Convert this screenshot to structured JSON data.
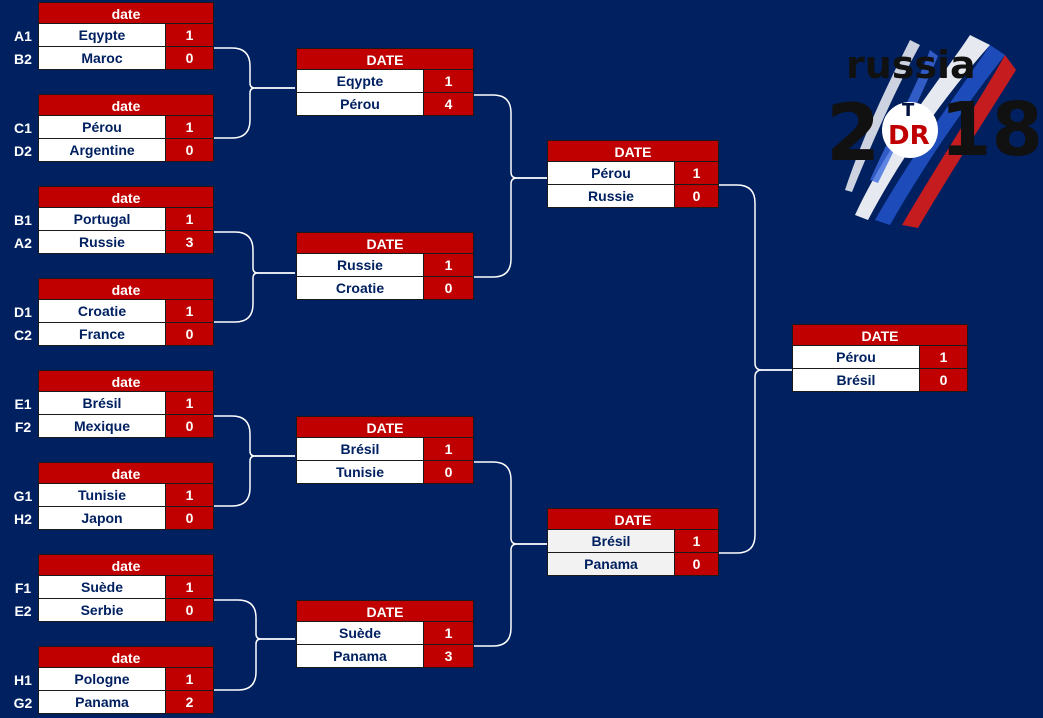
{
  "round16": [
    {
      "header": "date",
      "seed1": "A1",
      "team1": "Eqypte",
      "score1": "1",
      "seed2": "B2",
      "team2": "Maroc",
      "score2": "0"
    },
    {
      "header": "date",
      "seed1": "C1",
      "team1": "Pérou",
      "score1": "1",
      "seed2": "D2",
      "team2": "Argentine",
      "score2": "0"
    },
    {
      "header": "date",
      "seed1": "B1",
      "team1": "Portugal",
      "score1": "1",
      "seed2": "A2",
      "team2": "Russie",
      "score2": "3"
    },
    {
      "header": "date",
      "seed1": "D1",
      "team1": "Croatie",
      "score1": "1",
      "seed2": "C2",
      "team2": "France",
      "score2": "0"
    },
    {
      "header": "date",
      "seed1": "E1",
      "team1": "Brésil",
      "score1": "1",
      "seed2": "F2",
      "team2": "Mexique",
      "score2": "0"
    },
    {
      "header": "date",
      "seed1": "G1",
      "team1": "Tunisie",
      "score1": "1",
      "seed2": "H2",
      "team2": "Japon",
      "score2": "0"
    },
    {
      "header": "date",
      "seed1": "F1",
      "team1": "Suède",
      "score1": "1",
      "seed2": "E2",
      "team2": "Serbie",
      "score2": "0"
    },
    {
      "header": "date",
      "seed1": "H1",
      "team1": "Pologne",
      "score1": "1",
      "seed2": "G2",
      "team2": "Panama",
      "score2": "2"
    }
  ],
  "quarter": [
    {
      "header": "DATE",
      "team1": "Eqypte",
      "score1": "1",
      "team2": "Pérou",
      "score2": "4"
    },
    {
      "header": "DATE",
      "team1": "Russie",
      "score1": "1",
      "team2": "Croatie",
      "score2": "0"
    },
    {
      "header": "DATE",
      "team1": "Brésil",
      "score1": "1",
      "team2": "Tunisie",
      "score2": "0"
    },
    {
      "header": "DATE",
      "team1": "Suède",
      "score1": "1",
      "team2": "Panama",
      "score2": "3"
    }
  ],
  "semi": [
    {
      "header": "DATE",
      "team1": "Pérou",
      "score1": "1",
      "team2": "Russie",
      "score2": "0"
    },
    {
      "header": "DATE",
      "team1": "Brésil",
      "score1": "1",
      "team2": "Panama",
      "score2": "0"
    }
  ],
  "final": {
    "header": "DATE",
    "team1": "Pérou",
    "score1": "1",
    "team2": "Brésil",
    "score2": "0"
  },
  "logo": {
    "word": "russia",
    "year_left": "2",
    "year_right": "18",
    "initials": "DR",
    "initial_top": "T"
  },
  "colors": {
    "background": "#002060",
    "header": "#c00000",
    "text": "#002060"
  }
}
